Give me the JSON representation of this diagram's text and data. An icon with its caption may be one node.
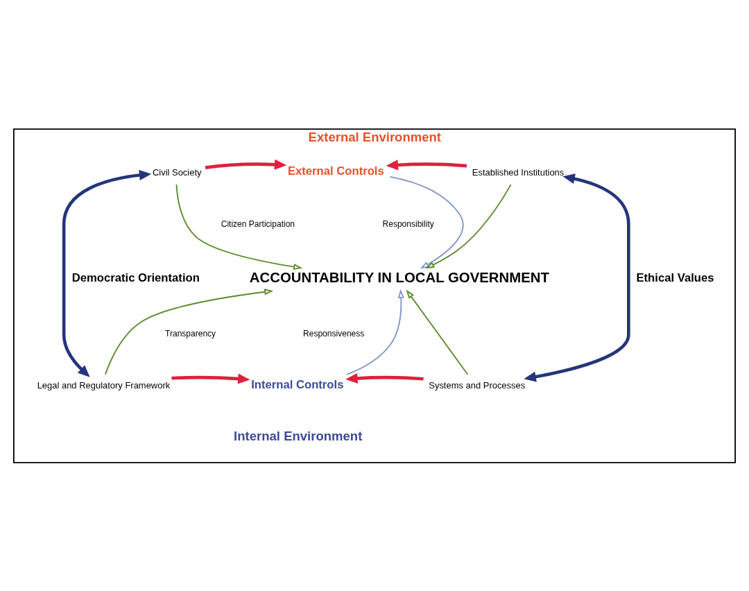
{
  "diagram": {
    "nodes": [
      {
        "text": [
          "External Environment",
          "Internal Environment"
        ]
      },
      {
        "text": [
          "Civil Society"
        ],
        "in": 0
      },
      {
        "text": [
          "External Controls"
        ],
        "in": 0
      },
      {
        "text": [
          "Established Institutions"
        ],
        "in": 0
      },
      {
        "text": [
          "ACCOUNTABILITY IN LOCAL GOVERNMENT"
        ],
        "in": 0
      },
      {
        "text": [
          "Legal and Regulatory Framework"
        ],
        "in": 0
      },
      {
        "text": [
          "Internal Controls"
        ],
        "in": 0
      },
      {
        "text": [
          "Systems and Processes"
        ],
        "in": 0
      }
    ],
    "edges": [
      {
        "from": 1,
        "to": 2,
        "arrow": "to",
        "style": "thick",
        "color": "#e0203c"
      },
      {
        "from": 3,
        "to": 2,
        "arrow": "to",
        "style": "thick",
        "color": "#e0203c"
      },
      {
        "from": 1,
        "to": 4,
        "arrow": "to",
        "color": "#5a8a2a"
      },
      {
        "from": 2,
        "to": 4,
        "arrow": "to",
        "color": "#8096c8"
      },
      {
        "from": 3,
        "to": 4,
        "arrow": "to",
        "color": "#5a8a2a"
      },
      {
        "from": 1,
        "to": 5,
        "arrow": "both",
        "label": "Democratic Orientation",
        "style": "thick",
        "color": "#24357a"
      },
      {
        "from": 3,
        "to": 7,
        "arrow": "both",
        "label": "Ethical Values",
        "style": "thick",
        "color": "#24357a"
      },
      {
        "from": 5,
        "to": 4,
        "arrow": "to",
        "color": "#5a8a2a"
      },
      {
        "from": 6,
        "to": 4,
        "arrow": "to",
        "color": "#8096c8"
      },
      {
        "from": 7,
        "to": 4,
        "arrow": "to",
        "color": "#5a8a2a"
      },
      {
        "from": 5,
        "to": 6,
        "arrow": "to",
        "style": "thick",
        "color": "#e0203c"
      },
      {
        "from": 7,
        "to": 6,
        "arrow": "to",
        "style": "thick",
        "color": "#e0203c"
      }
    ],
    "labels": [
      "Citizen Participation",
      "Responsibility",
      "Transparency",
      "Responsiveness"
    ]
  }
}
